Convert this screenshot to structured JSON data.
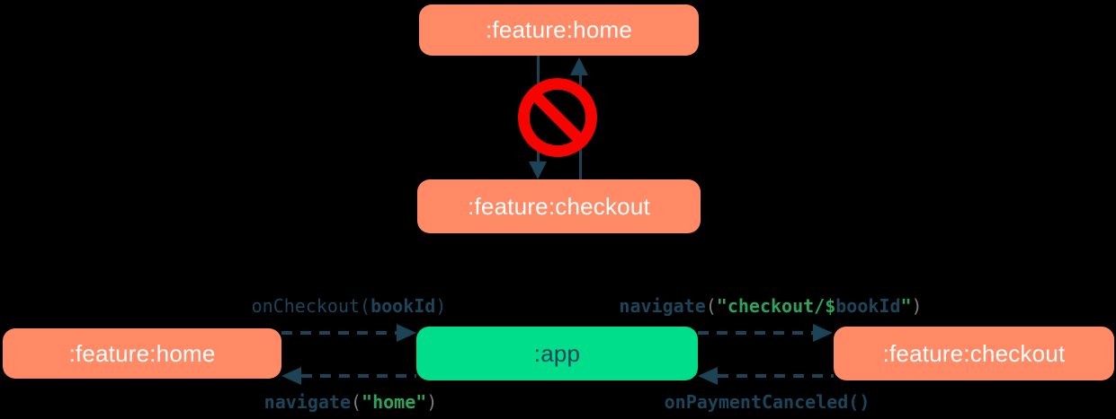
{
  "colors": {
    "background": "#000000",
    "module_box": "#FF8A65",
    "app_box": "#00DE8C",
    "box_text": "#FDFDFD",
    "line": "#1D4456",
    "code_navy": "#1C455A",
    "code_green": "#2EA35C",
    "code_gray": "#7D7D7D",
    "prohibit_red": "#F50400"
  },
  "top_diagram": {
    "home_box": ":feature:home",
    "checkout_box": ":feature:checkout",
    "icon": "no-entry"
  },
  "bottom_diagram": {
    "home_box": ":feature:home",
    "app_box": ":app",
    "checkout_box": ":feature:checkout",
    "labels": {
      "on_checkout": {
        "full": "onCheckout(bookId)",
        "parts": [
          {
            "text": "onCheckout(",
            "style": "navy"
          },
          {
            "text": "bookId",
            "style": "navy-bold"
          },
          {
            "text": ")",
            "style": "navy"
          }
        ]
      },
      "navigate_home": {
        "full": "navigate(\"home\")",
        "parts": [
          {
            "text": "navigate",
            "style": "navy-bold"
          },
          {
            "text": "(",
            "style": "gray"
          },
          {
            "text": "\"home\"",
            "style": "green"
          },
          {
            "text": ")",
            "style": "gray"
          }
        ]
      },
      "navigate_checkout": {
        "full": "navigate(\"checkout/$bookId\")",
        "parts": [
          {
            "text": "navigate",
            "style": "navy-bold"
          },
          {
            "text": "(",
            "style": "gray"
          },
          {
            "text": "\"checkout/$",
            "style": "green"
          },
          {
            "text": "bookId",
            "style": "navy-bold"
          },
          {
            "text": "\"",
            "style": "green"
          },
          {
            "text": ")",
            "style": "gray"
          }
        ]
      },
      "on_payment_canceled": {
        "full": "onPaymentCanceled()",
        "parts": [
          {
            "text": "onPaymentCanceled()",
            "style": "navy-bold"
          }
        ]
      }
    }
  }
}
